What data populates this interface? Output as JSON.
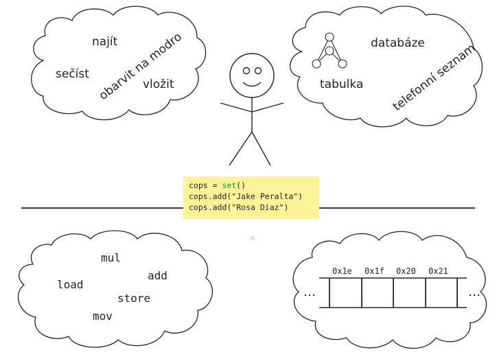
{
  "cloud_top_left": {
    "words": [
      "najít",
      "sečíst",
      "obarvit na modro",
      "vložit"
    ]
  },
  "cloud_top_right": {
    "words": [
      "databáze",
      "tabulka",
      "telefonní seznam"
    ]
  },
  "code_box": {
    "line1_var": "cops = ",
    "line1_fn": "set",
    "line1_end": "()",
    "line2": "cops.add(\"Jake Peralta\")",
    "line3": "cops.add(\"Rosa Diaz\")"
  },
  "cloud_bottom_left": {
    "words": [
      "mul",
      "load",
      "add",
      "store",
      "mov"
    ]
  },
  "cloud_bottom_right": {
    "addresses": [
      "0x1e",
      "0x1f",
      "0x20",
      "0x21"
    ],
    "ellipsis_left": "…",
    "ellipsis_right": "…"
  },
  "colors": {
    "code_bg": "#fff39a",
    "code_fn": "#2e8b2e",
    "divider": "#333d4a"
  }
}
